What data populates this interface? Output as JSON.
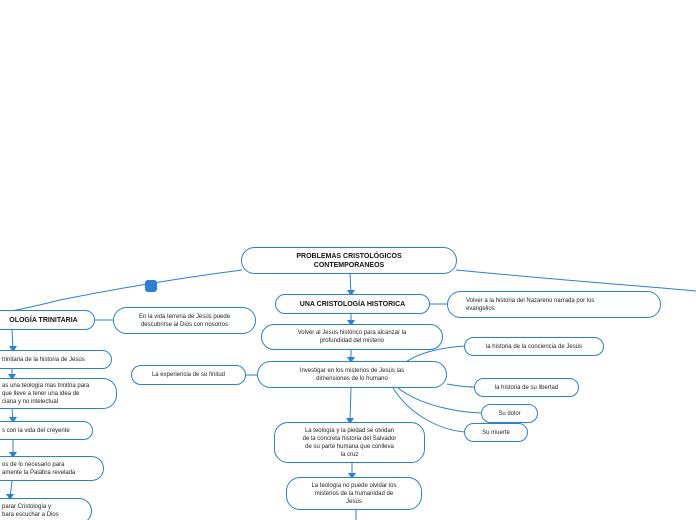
{
  "nodes": {
    "central": "PROBLEMAS CRISTOLÓGICOS\nCONTEMPORANEOS",
    "cristologia_historica": "UNA CRISTOLOGÍA HISTORICA",
    "volver_historia": "Volver a la historia del Nazareno narrada por los\nevangelios",
    "volver_jesus": "Volver al Jesus histórico para alcanzar la\nprofundidad del misterio",
    "investigar": "Investigar en los misterios de Jesús las\ndimensiones de lo humano",
    "experiencia_finitud": "La experiencia de su finitud",
    "conciencia": "la historia de la conciencia de Jesús",
    "libertad": "la historia de su libertad",
    "dolor": "Su dolor",
    "muerte": "Su muerte",
    "teologia_piedad": "La teología y la piedad se olvidan\nde la concreta historia del Salvador\nde su parte humana que conlleva\nla cruz",
    "teologia_no_puede": "La teología no puede olvidar los\nmisterios de la humanidad de\nJesús",
    "cristologia_trinitaria": "OLOGÍA TRINITARIA",
    "vida_terrena": "En la vida terrena de Jesús puede\ndescubrirse al Dios con nosotros",
    "trinitaria_historia": "trinitaria de la historia de Jesús",
    "teologia_trinitaria": "as una teología mas trinitria para\nque lleve a tener una idea de\nciana y no intelectual",
    "vida_creyente": "s con la vida del creyente",
    "necesario": "os de lo necesario para\namente la Palabra revelada",
    "separar": "parar Cristología y\nbara escuchar a Dios"
  }
}
